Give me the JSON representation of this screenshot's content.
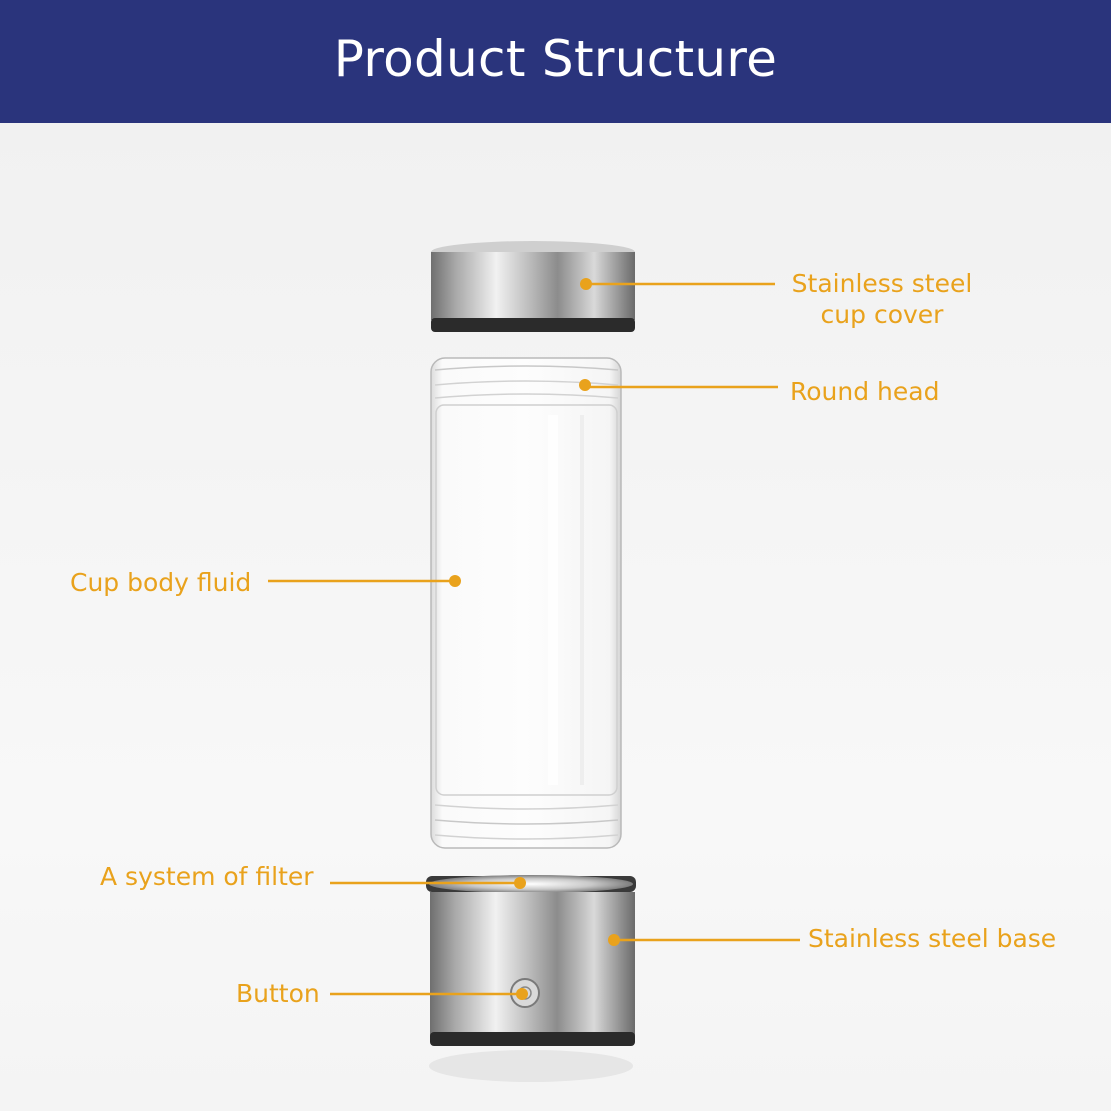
{
  "header": {
    "title": "Product Structure"
  },
  "colors": {
    "header_bg": "#2a347c",
    "header_text": "#ffffff",
    "callout": "#e9a21c",
    "steel_dark": "#7a7a7a",
    "steel_light": "#eaeaea"
  },
  "callouts": [
    {
      "id": "cup-cover",
      "lines": [
        "Stainless steel",
        "cup cover"
      ]
    },
    {
      "id": "round-head",
      "lines": [
        "Round head"
      ]
    },
    {
      "id": "cup-body",
      "lines": [
        "Cup body fluid"
      ]
    },
    {
      "id": "filter",
      "lines": [
        "A system of filter"
      ]
    },
    {
      "id": "base",
      "lines": [
        "Stainless steel base"
      ]
    },
    {
      "id": "button",
      "lines": [
        "Button"
      ]
    }
  ]
}
